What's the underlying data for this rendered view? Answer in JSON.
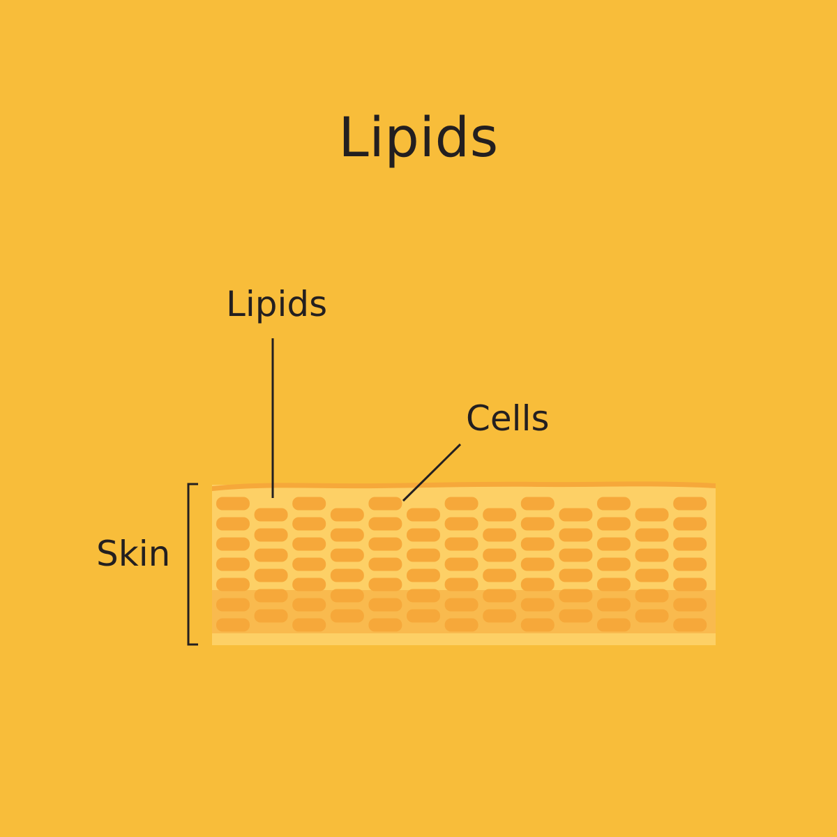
{
  "title": "Lipids",
  "labels": {
    "lipids": "Lipids",
    "cells": "Cells",
    "skin": "Skin"
  },
  "colors": {
    "background": "#F8BD3A",
    "skin_base": "#FDD066",
    "skin_edge": "#F6A83A",
    "cell": "#F6A83A",
    "lower_layer": "#F6A83A",
    "line": "#231F20"
  }
}
